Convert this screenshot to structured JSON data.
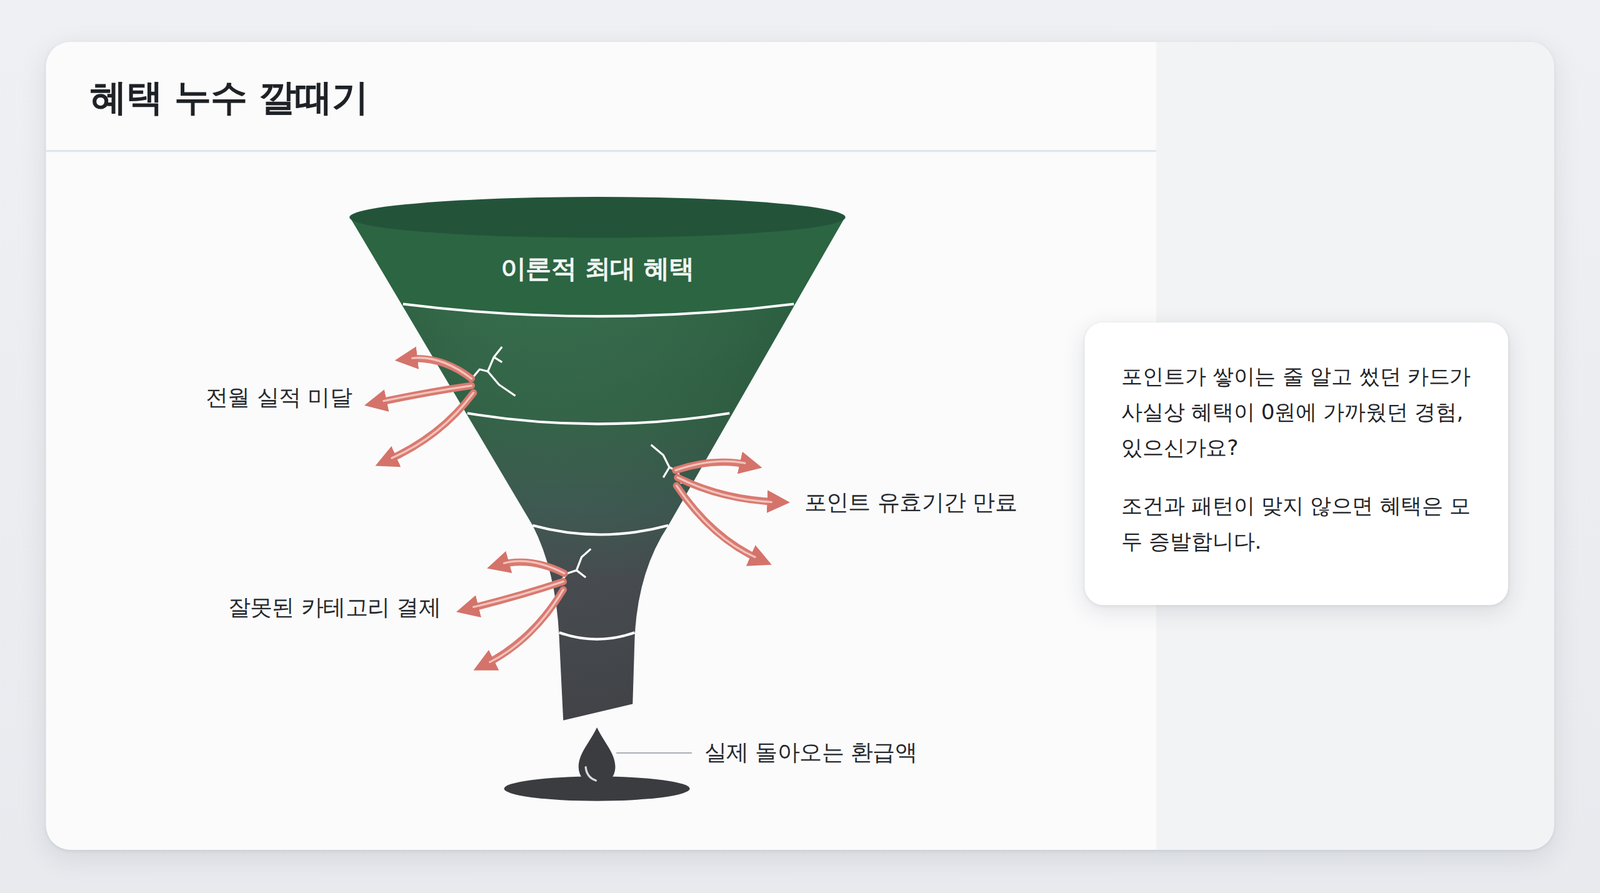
{
  "diagram": {
    "title": "혜택 누수 깔때기",
    "nodes": [
      {
        "text": [
          "이론적 최대 혜택"
        ]
      },
      {
        "text": [
          "포인트가 쌓이는 줄 알고 썼던 카드가 사실상 혜택이 0원에 가까웠던 경험, 있으신가요?",
          "조건과 패턴이 맞지 않으면 혜택은 모두 증발합니다."
        ]
      }
    ],
    "labels": [
      "전월 실적 미달",
      "포인트 유효기간 만료",
      "잘못된 카테고리 결제",
      "실제 돌아오는 환급액"
    ]
  }
}
